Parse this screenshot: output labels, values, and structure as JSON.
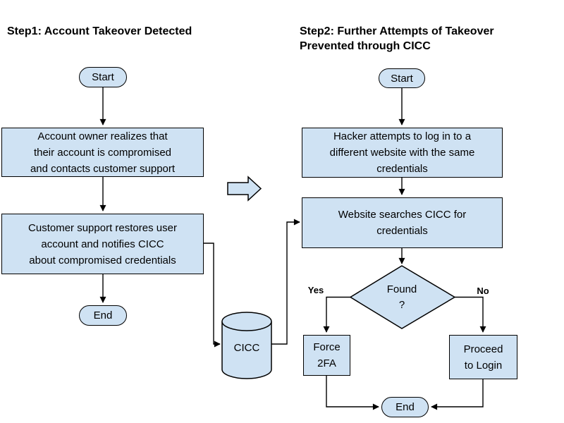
{
  "step1": {
    "title": "Step1: Account Takeover Detected",
    "start_label": "Start",
    "box1_text": "Account owner realizes that\ntheir account is compromised\nand contacts customer support",
    "box2_text": "Customer support restores user\naccount and notifies CICC\nabout compromised credentials",
    "end_label": "End"
  },
  "step2": {
    "title": "Step2: Further Attempts of Takeover\nPrevented through CICC",
    "start_label": "Start",
    "box1_text": "Hacker attempts to log in to a\ndifferent website with the same\ncredentials",
    "box2_text": "Website searches CICC for\ncredentials",
    "decision_text": "Found\n?",
    "yes_label": "Yes",
    "no_label": "No",
    "force_2fa_text": "Force\n2FA",
    "proceed_text": "Proceed\nto Login",
    "end_label": "End"
  },
  "database": {
    "label": "CICC"
  },
  "colors": {
    "node_fill": "#cfe2f3",
    "node_border": "#000000",
    "line": "#000000",
    "text": "#000000"
  }
}
